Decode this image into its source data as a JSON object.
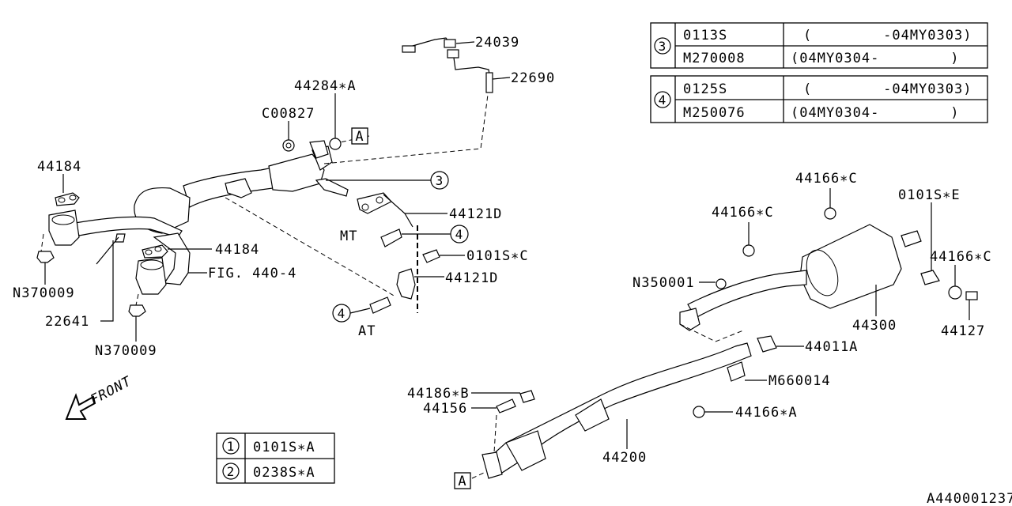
{
  "diagram_id": "A440001237",
  "part_labels": {
    "p24039": "24039",
    "p22690": "22690",
    "p44284A": "44284∗A",
    "pC00827": "C00827",
    "p44184_top": "44184",
    "p44184_mid": "44184",
    "fig440_4": "FIG. 440-4",
    "pN370009_left": "N370009",
    "pN370009_bottom": "N370009",
    "p22641": "22641",
    "p44121D_mt": "44121D",
    "p44121D_at": "44121D",
    "p0101SC": "0101S∗C",
    "mt": "MT",
    "at": "AT",
    "p44166C_left": "44166∗C",
    "p44166C_top": "44166∗C",
    "p0101SE": "0101S∗E",
    "p44166C_right": "44166∗C",
    "pN350001": "N350001",
    "p44300": "44300",
    "p44127": "44127",
    "p44011A": "44011A",
    "pM660014": "M660014",
    "p44166A": "44166∗A",
    "p44186B": "44186∗B",
    "p44156": "44156",
    "p44200": "44200",
    "front": "FRONT"
  },
  "ref_markers": {
    "a_top": "A",
    "a_bottom": "A",
    "c3_main": "3",
    "c4_mt": "4",
    "c4_at": "4"
  },
  "table_3_4": {
    "groups": [
      {
        "ref": "3",
        "rows": [
          {
            "part": "0113S",
            "range": "(        -04MY0303)"
          },
          {
            "part": "M270008",
            "range": "(04MY0304-        )"
          }
        ]
      },
      {
        "ref": "4",
        "rows": [
          {
            "part": "0125S",
            "range": "(        -04MY0303)"
          },
          {
            "part": "M250076",
            "range": "(04MY0304-        )"
          }
        ]
      }
    ]
  },
  "table_1_2": {
    "rows": [
      {
        "ref": "1",
        "part": "0101S∗A"
      },
      {
        "ref": "2",
        "part": "0238S∗A"
      }
    ]
  }
}
